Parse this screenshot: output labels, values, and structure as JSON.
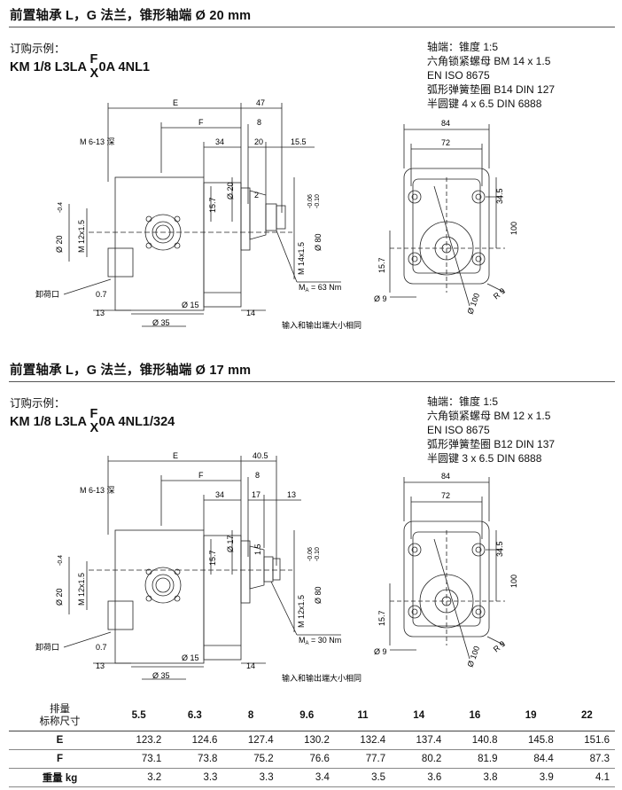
{
  "section1": {
    "title": "前置轴承 L，G 法兰，锥形轴端 Ø 20 mm",
    "order_label": "订购示例：",
    "code_prefix": "KM 1/8 L3LA",
    "code_upper": "F",
    "code_lower": "X",
    "code_suffix": "0A 4NL1",
    "specs": [
      "轴端：锥度 1:5",
      "六角锁紧螺母 BM 14 x 1.5",
      "EN ISO 8675",
      "弧形弹簧垫圈 B14  DIN 127",
      "半圆键 4 x 6.5  DIN 6888"
    ],
    "dims": {
      "E": "E",
      "F": "F",
      "d47": "47",
      "d8": "8",
      "d34": "34",
      "d20": "20",
      "d15_5": "15.5",
      "thread_depth": "M 6-13 深",
      "dia20_tol": "Ø 20",
      "tol": "-0.4",
      "m12": "M 12x1.5",
      "d15_7": "15.7",
      "dia20_shaft": "Ø 20",
      "d2": "2",
      "dia80": "Ø 80",
      "tol_a": "-0.06",
      "tol_b": "-0.10",
      "m14": "M 14x1.5",
      "torque": "M",
      "torque_sub": "A",
      "torque_val": " = 63 Nm",
      "drain": "卸荷口",
      "d0_7": "0.7",
      "dia15": "Ø 15",
      "d13": "13",
      "d14": "14",
      "dia35": "Ø 35",
      "note": "输入和输出端大小相同"
    }
  },
  "section2": {
    "title": "前置轴承 L，G 法兰，锥形轴端 Ø 17 mm",
    "order_label": "订购示例：",
    "code_prefix": "KM 1/8 L3LA",
    "code_upper": "F",
    "code_lower": "X",
    "code_suffix": "0A 4NL1/324",
    "specs": [
      "轴端：锥度 1:5",
      "六角锁紧螺母 BM 12 x 1.5",
      "EN ISO 8675",
      "弧形弹簧垫圈 B12  DIN 137",
      "半圆键 3 x 6.5  DIN 6888"
    ],
    "dims": {
      "E": "E",
      "F": "F",
      "d40_5": "40.5",
      "d8": "8",
      "d34": "34",
      "d17": "17",
      "d13b": "13",
      "thread_depth": "M 6-13 深",
      "dia20_tol": "Ø 20",
      "tol": "-0.4",
      "m12": "M 12x1.5",
      "d15_7": "15.7",
      "dia17_shaft": "Ø 17",
      "d1_5": "1.5",
      "dia80": "Ø 80",
      "tol_a": "-0.06",
      "tol_b": "-0.10",
      "m12b": "M 12x1.5",
      "torque": "M",
      "torque_sub": "A",
      "torque_val": " = 30 Nm",
      "drain": "卸荷口",
      "d0_7": "0.7",
      "dia15": "Ø 15",
      "d13": "13",
      "d14": "14",
      "dia35": "Ø 35",
      "note": "输入和输出端大小相同"
    }
  },
  "flange": {
    "d84": "84",
    "d72": "72",
    "d34_5": "34.5",
    "d100": "100",
    "d15_7": "15.7",
    "dia9": "Ø 9",
    "dia100": "Ø 100",
    "r9": "R 9"
  },
  "table": {
    "header_label_1": "排量",
    "header_label_2": "标称尺寸",
    "sizes": [
      "5.5",
      "6.3",
      "8",
      "9.6",
      "11",
      "14",
      "16",
      "19",
      "22"
    ],
    "rows": [
      {
        "label": "E",
        "values": [
          "123.2",
          "124.6",
          "127.4",
          "130.2",
          "132.4",
          "137.4",
          "140.8",
          "145.8",
          "151.6"
        ]
      },
      {
        "label": "F",
        "values": [
          "73.1",
          "73.8",
          "75.2",
          "76.6",
          "77.7",
          "80.2",
          "81.9",
          "84.4",
          "87.3"
        ]
      },
      {
        "label": "重量 kg",
        "values": [
          "3.2",
          "3.3",
          "3.3",
          "3.4",
          "3.5",
          "3.6",
          "3.8",
          "3.9",
          "4.1"
        ]
      }
    ]
  }
}
